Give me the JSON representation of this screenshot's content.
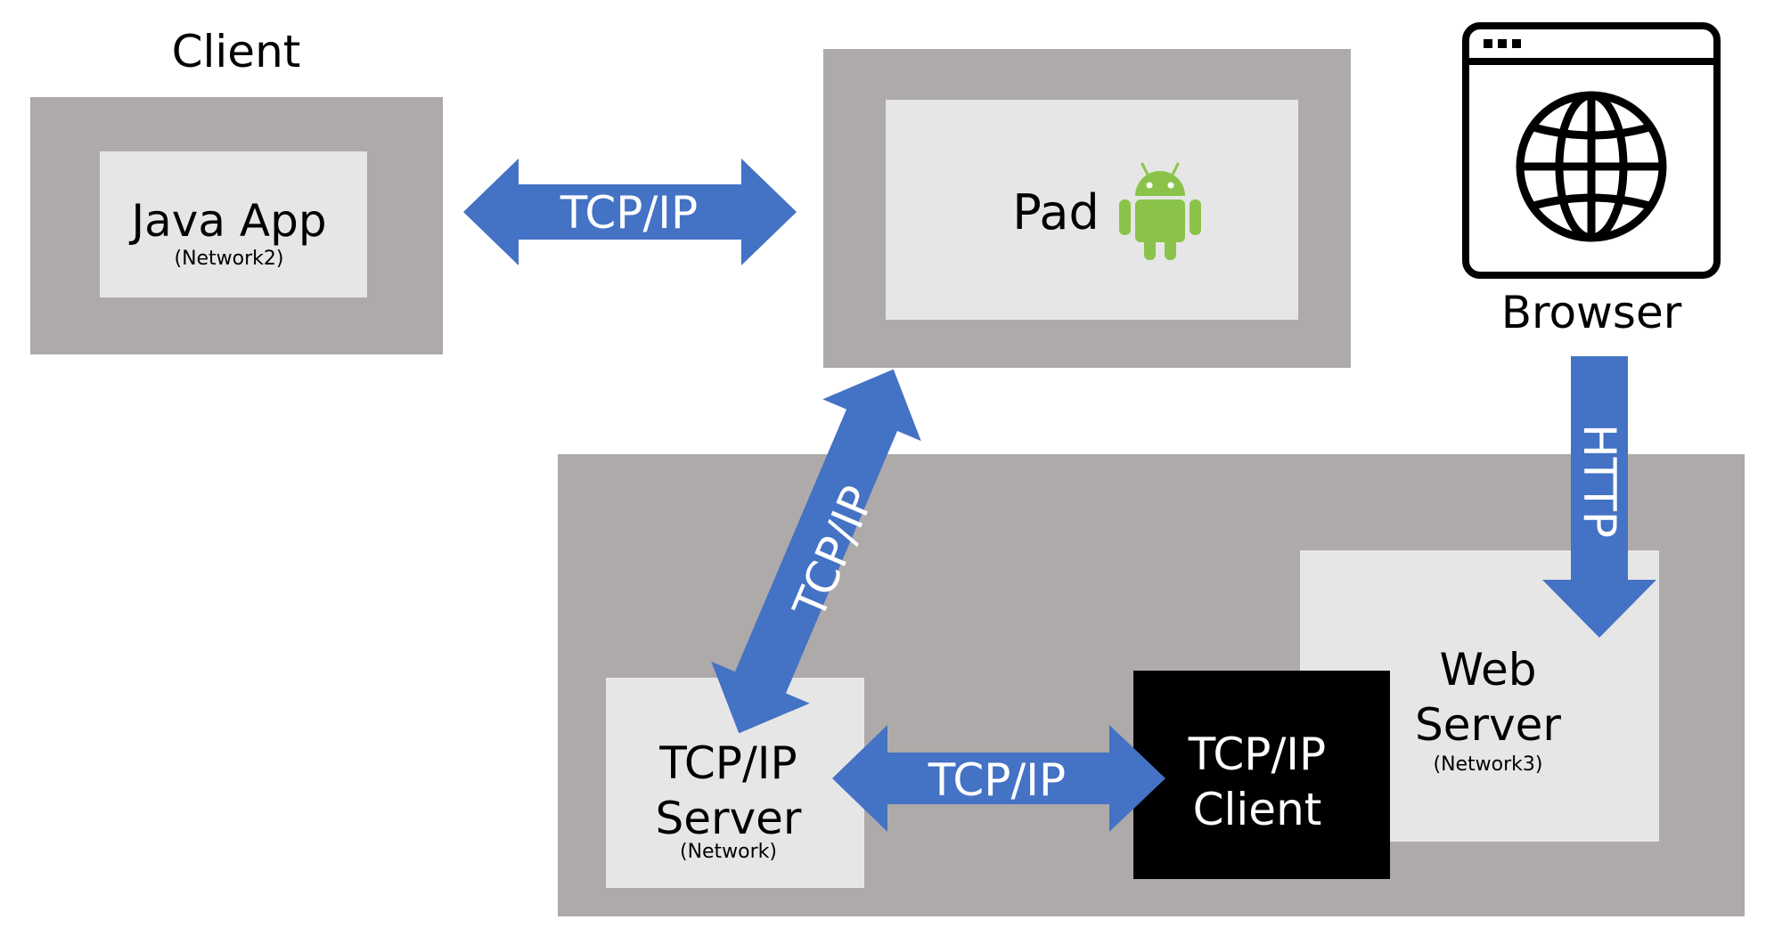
{
  "client": {
    "title": "Client",
    "app_label": "Java App",
    "app_sub": "(Network2)"
  },
  "pad": {
    "label": "Pad",
    "icon": "android-icon"
  },
  "browser": {
    "label": "Browser",
    "icon": "browser-globe-icon"
  },
  "server_group": {
    "tcp_server_line1": "TCP/IP",
    "tcp_server_line2": "Server",
    "tcp_server_sub": "(Network)",
    "tcp_client_line1": "TCP/IP",
    "tcp_client_line2": "Client",
    "web_line1": "Web",
    "web_line2": "Server",
    "web_sub": "(Network3)"
  },
  "connections": {
    "client_pad": "TCP/IP",
    "pad_server": "TCP/IP",
    "server_client": "TCP/IP",
    "browser_web": "HTTP"
  },
  "colors": {
    "arrow": "#4472c4",
    "container": "#aeaaaa",
    "inner_box": "#e7e6e6",
    "client_box": "#000000",
    "android": "#8bc34a"
  }
}
